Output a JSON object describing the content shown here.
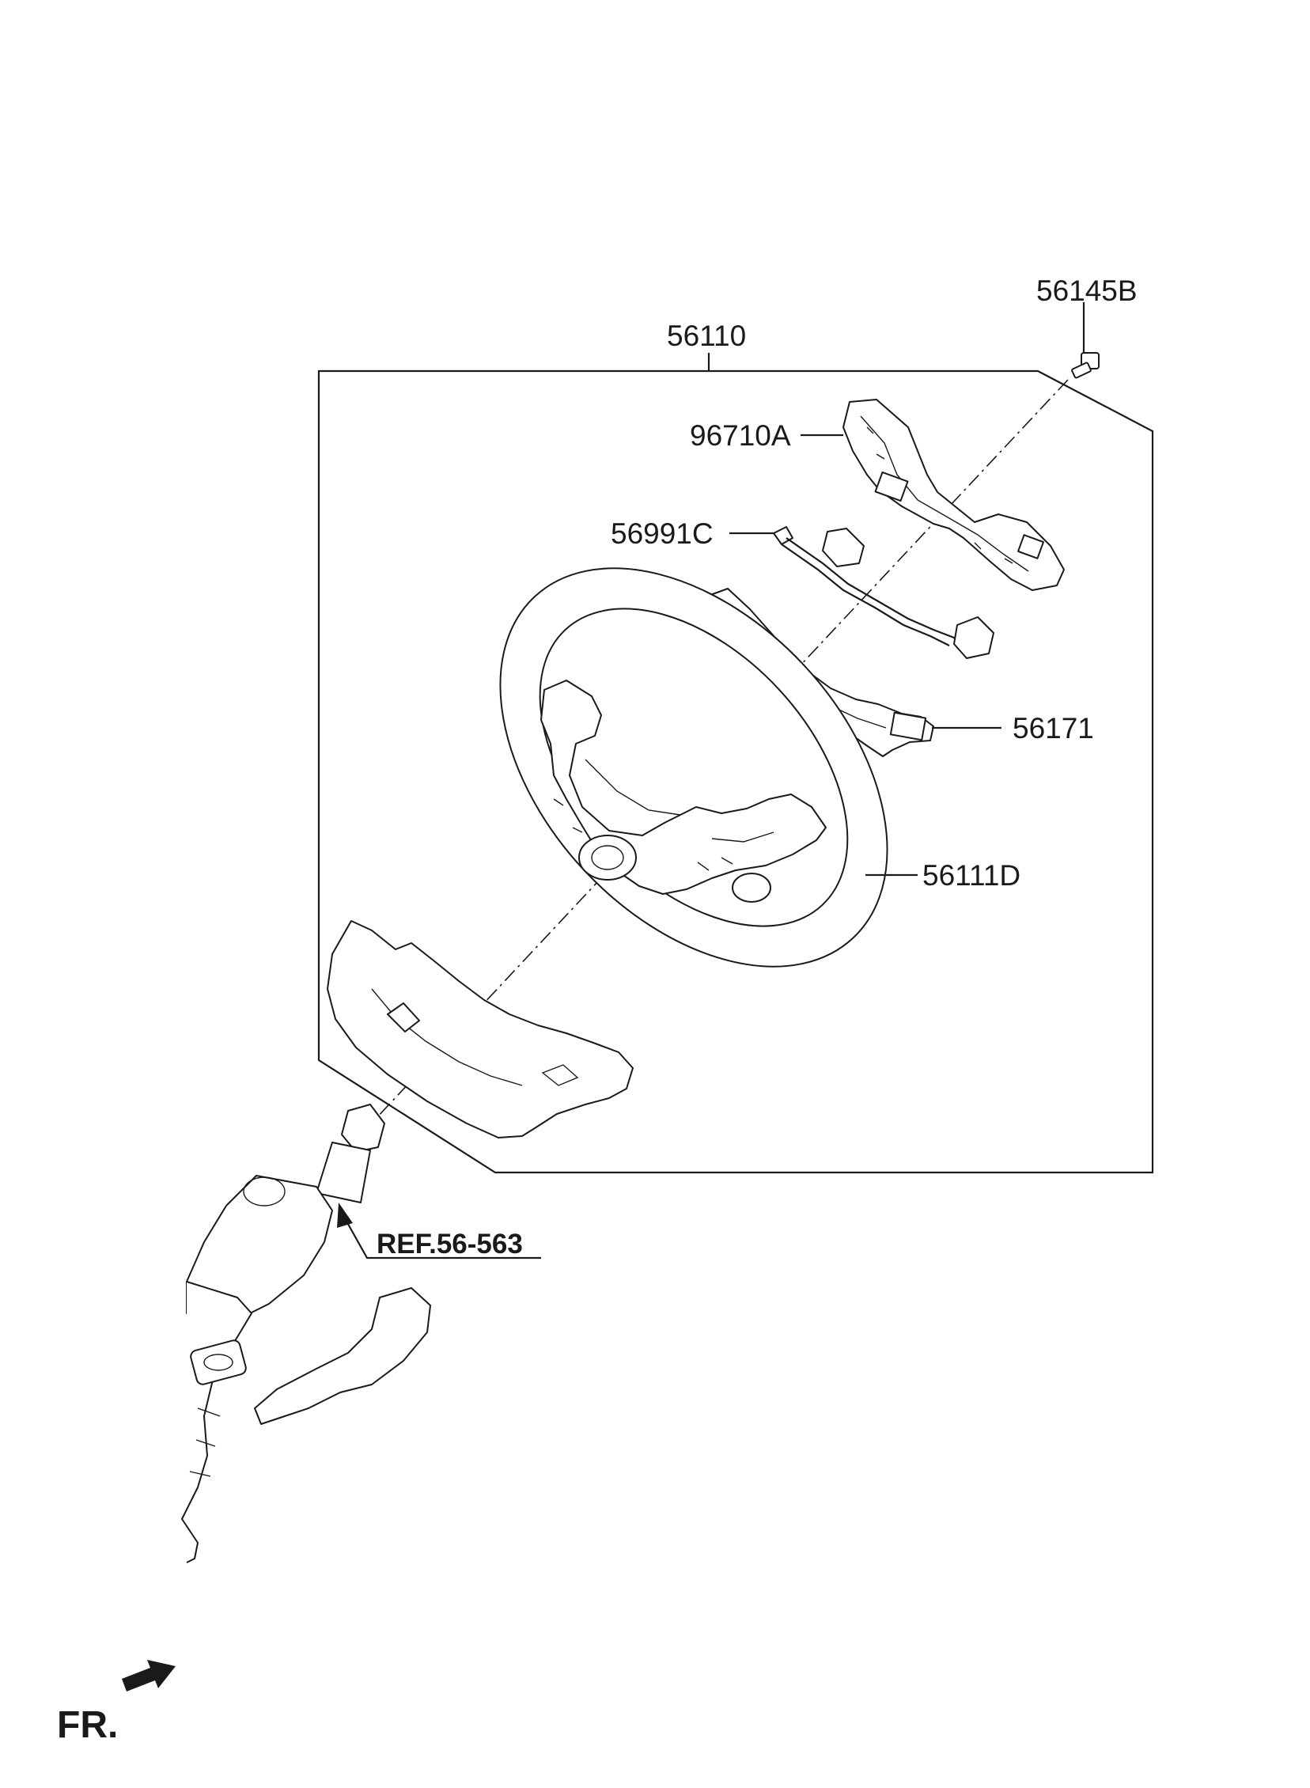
{
  "labels": {
    "bolt": "56145B",
    "assembly": "56110",
    "remote_switch": "96710A",
    "extension_wire": "56991C",
    "bracket": "56171",
    "wheel_body": "56111D"
  },
  "reference": "REF.56-563",
  "front_marker": "FR."
}
